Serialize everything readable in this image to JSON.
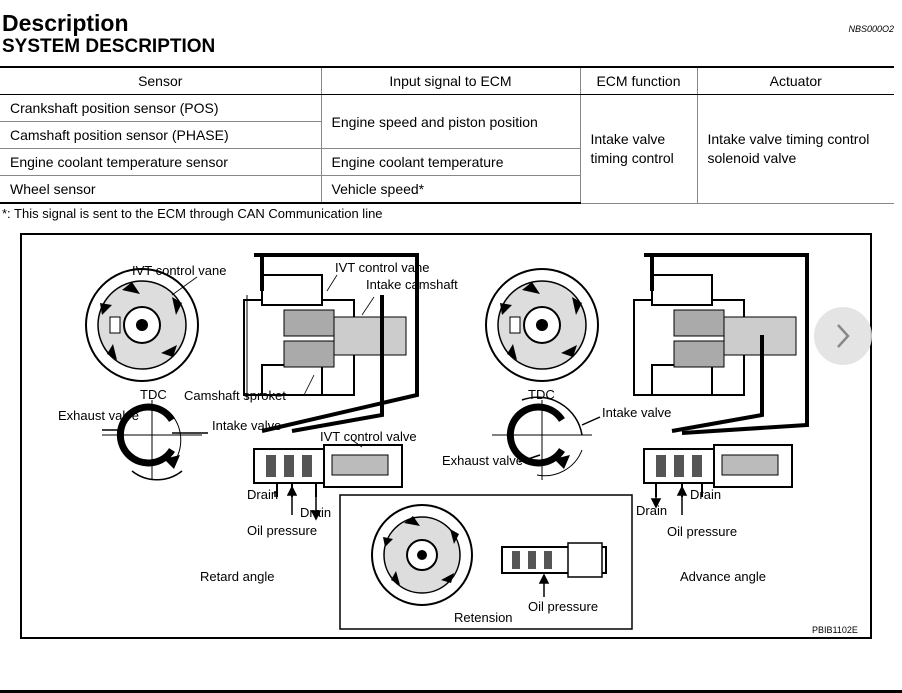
{
  "header": {
    "title": "Description",
    "subtitle": "SYSTEM DESCRIPTION",
    "code": "NBS000O2"
  },
  "table": {
    "columns": [
      "Sensor",
      "Input signal to ECM",
      "ECM function",
      "Actuator"
    ],
    "sensors": [
      "Crankshaft position sensor (POS)",
      "Camshaft position sensor (PHASE)",
      "Engine coolant temperature sensor",
      "Wheel sensor"
    ],
    "signals": [
      "Engine speed and piston position",
      "Engine coolant temperature",
      "Vehicle speed*"
    ],
    "function": "Intake valve timing control",
    "actuator": "Intake valve timing control solenoid valve"
  },
  "footnote": "*: This signal is sent to the ECM through CAN Communication line",
  "figure": {
    "labels": {
      "ivt_vane_left": "IVT control vane",
      "ivt_vane_center": "IVT control vane",
      "intake_camshaft": "Intake camshaft",
      "tdc_left": "TDC",
      "tdc_right": "TDC",
      "camshaft_sprocket": "Camshaft sproket",
      "exhaust_valve_left": "Exhaust valve",
      "intake_valve_left": "Intake valve",
      "ivt_control_valve": "IVT control valve",
      "exhaust_valve_right": "Exhaust valve",
      "intake_valve_right": "Intake valve",
      "drain_1": "Drain",
      "drain_2": "Drain",
      "drain_3": "Drain",
      "drain_4": "Drain",
      "oil_pressure_left": "Oil pressure",
      "oil_pressure_right": "Oil pressure",
      "oil_pressure_center": "Oil pressure",
      "retard_angle": "Retard angle",
      "advance_angle": "Advance angle",
      "retension": "Retension",
      "figure_code": "PBIB1102E"
    }
  },
  "nav": {
    "next_icon": "chevron-right-icon"
  }
}
